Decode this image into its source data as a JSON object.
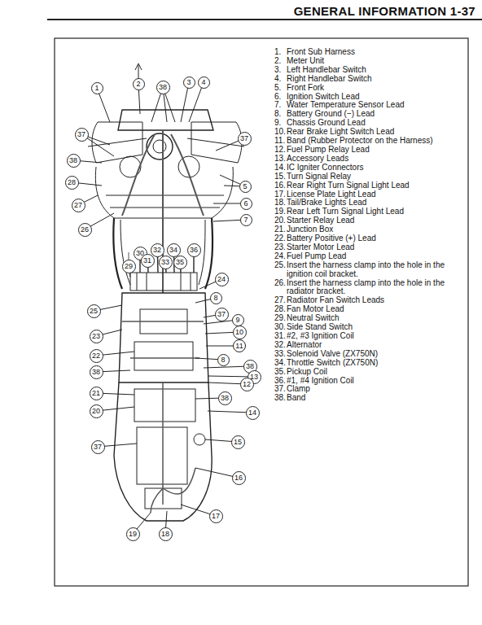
{
  "diagram": {
    "title": "GENERAL INFORMATION 1-37",
    "nodes": [
      {
        "text": [
          "2"
        ]
      },
      {
        "text": [
          "3"
        ]
      },
      {
        "text": [
          "4"
        ]
      },
      {
        "text": [
          "38"
        ]
      },
      {
        "text": [
          "1"
        ]
      },
      {
        "text": [
          "37"
        ]
      },
      {
        "text": [
          "37"
        ]
      },
      {
        "text": [
          "38"
        ]
      },
      {
        "text": [
          "28"
        ]
      },
      {
        "text": [
          "5"
        ]
      },
      {
        "text": [
          "6"
        ]
      },
      {
        "text": [
          "27"
        ]
      },
      {
        "text": [
          "7"
        ]
      },
      {
        "text": [
          "26"
        ]
      },
      {
        "text": [
          "32"
        ]
      },
      {
        "text": [
          "34"
        ]
      },
      {
        "text": [
          "36"
        ]
      },
      {
        "text": [
          "30"
        ]
      },
      {
        "text": [
          "31"
        ]
      },
      {
        "text": [
          "33"
        ]
      },
      {
        "text": [
          "35"
        ]
      },
      {
        "text": [
          "29"
        ]
      },
      {
        "text": [
          "24"
        ]
      },
      {
        "text": [
          "8"
        ]
      },
      {
        "text": [
          "25"
        ]
      },
      {
        "text": [
          "37"
        ]
      },
      {
        "text": [
          "9"
        ]
      },
      {
        "text": [
          "10"
        ]
      },
      {
        "text": [
          "23"
        ]
      },
      {
        "text": [
          "11"
        ]
      },
      {
        "text": [
          "22"
        ]
      },
      {
        "text": [
          "8"
        ]
      },
      {
        "text": [
          "38"
        ]
      },
      {
        "text": [
          "38"
        ]
      },
      {
        "text": [
          "13"
        ]
      },
      {
        "text": [
          "12"
        ]
      },
      {
        "text": [
          "21"
        ]
      },
      {
        "text": [
          "38"
        ]
      },
      {
        "text": [
          "20"
        ]
      },
      {
        "text": [
          "14"
        ]
      },
      {
        "text": [
          "15"
        ]
      },
      {
        "text": [
          "37"
        ]
      },
      {
        "text": [
          "16"
        ]
      },
      {
        "text": [
          "17"
        ]
      },
      {
        "text": [
          "19"
        ]
      },
      {
        "text": [
          "18"
        ]
      }
    ],
    "labels": [
      "1.",
      "Front Sub Harness",
      "2.",
      "Meter Unit",
      "3.",
      "Left Handlebar Switch",
      "4.",
      "Right Handlebar Switch",
      "5.",
      "Front Fork",
      "6.",
      "Ignition Switch Lead",
      "7.",
      "Water Temperature Sensor Lead",
      "8.",
      "Battery Ground (−) Lead",
      "9.",
      "Chassis Ground Lead",
      "10.",
      "Rear Brake Light Switch Lead",
      "11.",
      "Band (Rubber Protector on the Harness)",
      "12.",
      "Fuel Pump Relay Lead",
      "13.",
      "Accessory Leads",
      "14.",
      "IC Igniter Connectors",
      "15.",
      "Turn Signal Relay",
      "16.",
      "Rear Right Turn Signal Light Lead",
      "17.",
      "License Plate Light Lead",
      "18.",
      "Tail/Brake Lights Lead",
      "19.",
      "Rear Left Turn Signal Light Lead",
      "20.",
      "Starter Relay Lead",
      "21.",
      "Junction Box",
      "22.",
      "Battery Positive (+) Lead",
      "23.",
      "Starter Motor Lead",
      "24.",
      "Fuel Pump Lead",
      "25.",
      "Insert the harness clamp into the hole in the ignition coil bracket.",
      "26.",
      "Insert the harness clamp into the hole in the radiator bracket.",
      "27.",
      "Radiator Fan Switch Leads",
      "28.",
      "Fan Motor Lead",
      "29.",
      "Neutral Switch",
      "30.",
      "Side Stand Switch",
      "31.",
      "#2, #3 Ignition Coil",
      "32.",
      "Alternator",
      "33.",
      "Solenoid Valve (ZX750N)",
      "34.",
      "Throttle Switch (ZX750N)",
      "35.",
      "Pickup Coil",
      "36.",
      "#1, #4 Ignition Coil",
      "37.",
      "Clamp",
      "38.",
      "Band"
    ]
  }
}
